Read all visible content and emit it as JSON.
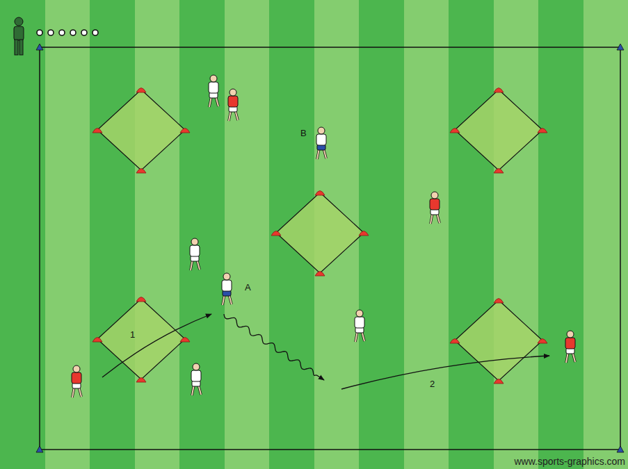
{
  "diagram": {
    "labels": [
      "B",
      "A",
      "1",
      "2",
      "www.sports-graphics.com"
    ]
  }
}
